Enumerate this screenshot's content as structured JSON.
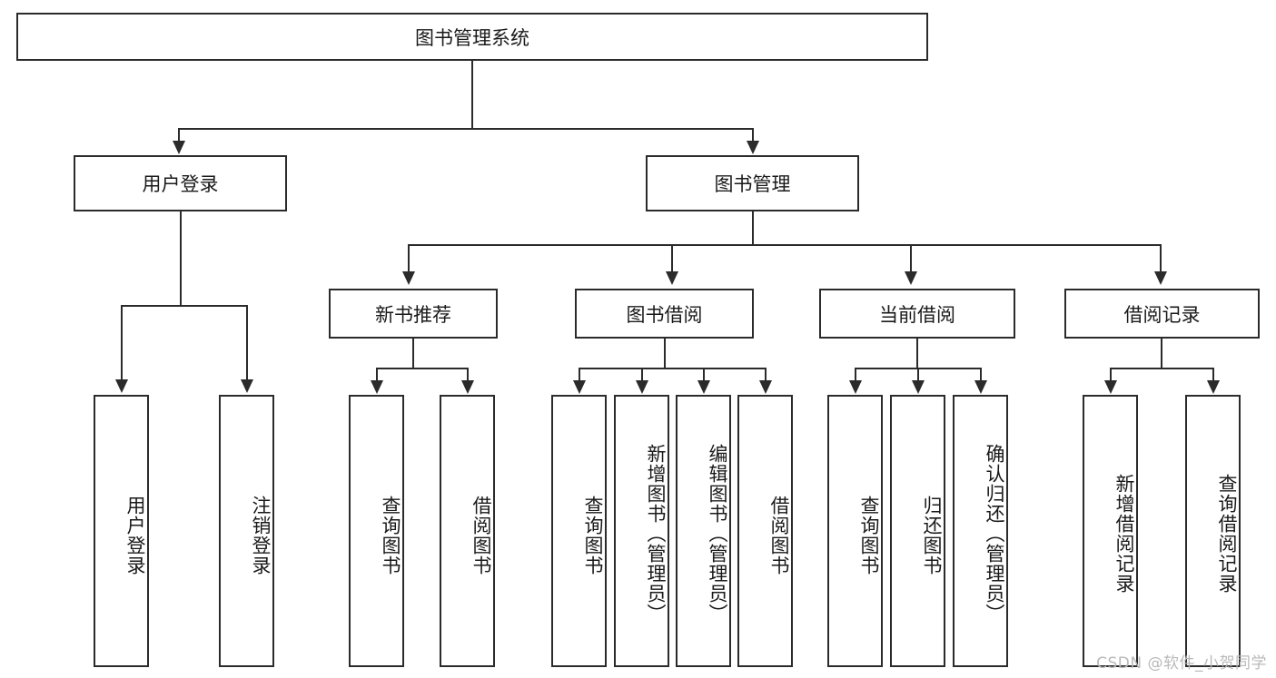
{
  "diagram": {
    "title": "图书管理系统",
    "type": "tree-hierarchy-flowchart",
    "root": {
      "label": "图书管理系统"
    },
    "level2": [
      {
        "label": "用户登录"
      },
      {
        "label": "图书管理"
      }
    ],
    "level3": [
      {
        "label": "新书推荐"
      },
      {
        "label": "图书借阅"
      },
      {
        "label": "当前借阅"
      },
      {
        "label": "借阅记录"
      }
    ],
    "leaves": {
      "user_login": [
        {
          "label": "用户登录"
        },
        {
          "label": "注销登录"
        }
      ],
      "new_book_recommend": [
        {
          "label": "查询图书"
        },
        {
          "label": "借阅图书"
        }
      ],
      "book_borrow": [
        {
          "label": "查询图书"
        },
        {
          "label": "新增图书（管理员）"
        },
        {
          "label": "编辑图书（管理员）"
        },
        {
          "label": "借阅图书"
        }
      ],
      "current_borrow": [
        {
          "label": "查询图书"
        },
        {
          "label": "归还图书"
        },
        {
          "label": "确认归还（管理员）"
        }
      ],
      "borrow_record": [
        {
          "label": "新增借阅记录"
        },
        {
          "label": "查询借阅记录"
        }
      ]
    },
    "watermark": "CSDN @软件_小贺同学",
    "colors": {
      "stroke": "#2b2b2b",
      "background": "#ffffff",
      "text": "#1a1a1a",
      "watermark": "#b9b9b9"
    }
  }
}
